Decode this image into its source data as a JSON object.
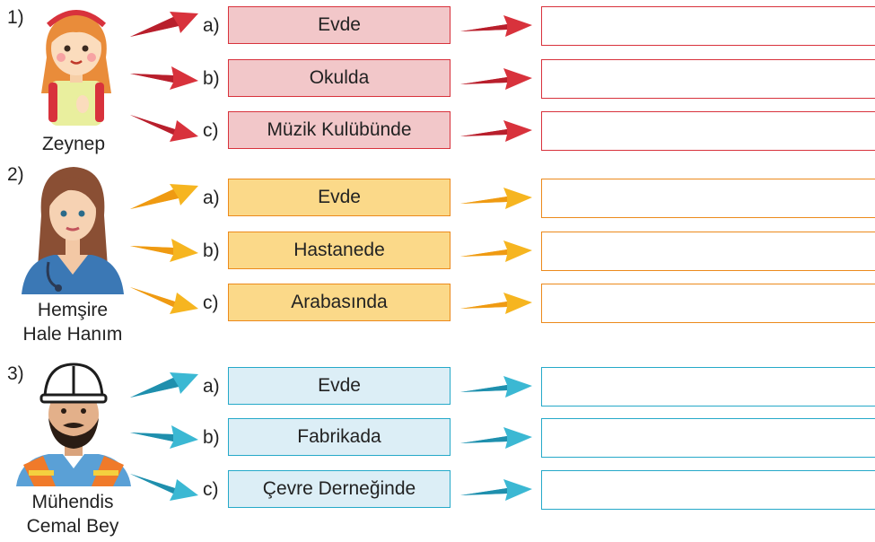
{
  "colors": {
    "red": "#d8323c",
    "red_fill": "#f2c7c9",
    "orange": "#ec8a1c",
    "orange_fill": "#fbd989",
    "teal": "#25a9c9",
    "teal_fill": "#dceef6"
  },
  "sections": [
    {
      "number": "1)",
      "name_lines": [
        "Zeynep"
      ],
      "avatar_icon": "girl-student-icon",
      "rows": [
        {
          "letter": "a)",
          "label": "Evde",
          "answer": ""
        },
        {
          "letter": "b)",
          "label": "Okulda",
          "answer": ""
        },
        {
          "letter": "c)",
          "label": "Müzik Kulübünde",
          "answer": ""
        }
      ]
    },
    {
      "number": "2)",
      "name_lines": [
        "Hemşire",
        "Hale Hanım"
      ],
      "avatar_icon": "nurse-icon",
      "rows": [
        {
          "letter": "a)",
          "label": "Evde",
          "answer": ""
        },
        {
          "letter": "b)",
          "label": "Hastanede",
          "answer": ""
        },
        {
          "letter": "c)",
          "label": "Arabasında",
          "answer": ""
        }
      ]
    },
    {
      "number": "3)",
      "name_lines": [
        "Mühendis",
        "Cemal Bey"
      ],
      "avatar_icon": "engineer-icon",
      "rows": [
        {
          "letter": "a)",
          "label": "Evde",
          "answer": ""
        },
        {
          "letter": "b)",
          "label": "Fabrikada",
          "answer": ""
        },
        {
          "letter": "c)",
          "label": "Çevre Derneğinde",
          "answer": ""
        }
      ]
    }
  ]
}
